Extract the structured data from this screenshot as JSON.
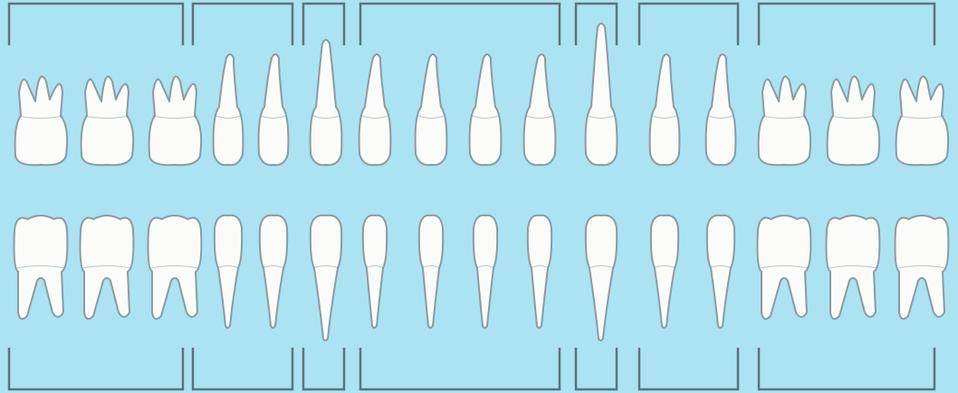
{
  "colors": {
    "background": "#abe3f2",
    "bracket": "#5f727b",
    "tooth_fill": "#fbfbf9",
    "tooth_outline": "#8a9ba1"
  },
  "groups": [
    {
      "name": "molars-right",
      "teeth": 3
    },
    {
      "name": "premolars-right",
      "teeth": 2
    },
    {
      "name": "canine-right",
      "teeth": 1
    },
    {
      "name": "incisors",
      "teeth": 4
    },
    {
      "name": "canine-left",
      "teeth": 1
    },
    {
      "name": "premolars-left",
      "teeth": 2
    },
    {
      "name": "molars-left",
      "teeth": 3
    }
  ],
  "rows": [
    {
      "name": "upper-teeth-row",
      "jaw": "upper"
    },
    {
      "name": "lower-teeth-row",
      "jaw": "lower"
    }
  ],
  "upper_teeth": [
    "molar",
    "molar",
    "molar",
    "premolar",
    "premolar",
    "canine",
    "incisor",
    "incisor",
    "incisor",
    "incisor",
    "canine",
    "premolar",
    "premolar",
    "molar",
    "molar",
    "molar"
  ],
  "lower_teeth": [
    "molar",
    "molar",
    "molar",
    "premolar",
    "premolar",
    "canine",
    "incisor",
    "incisor",
    "incisor",
    "incisor",
    "canine",
    "premolar",
    "premolar",
    "molar",
    "molar",
    "molar"
  ]
}
